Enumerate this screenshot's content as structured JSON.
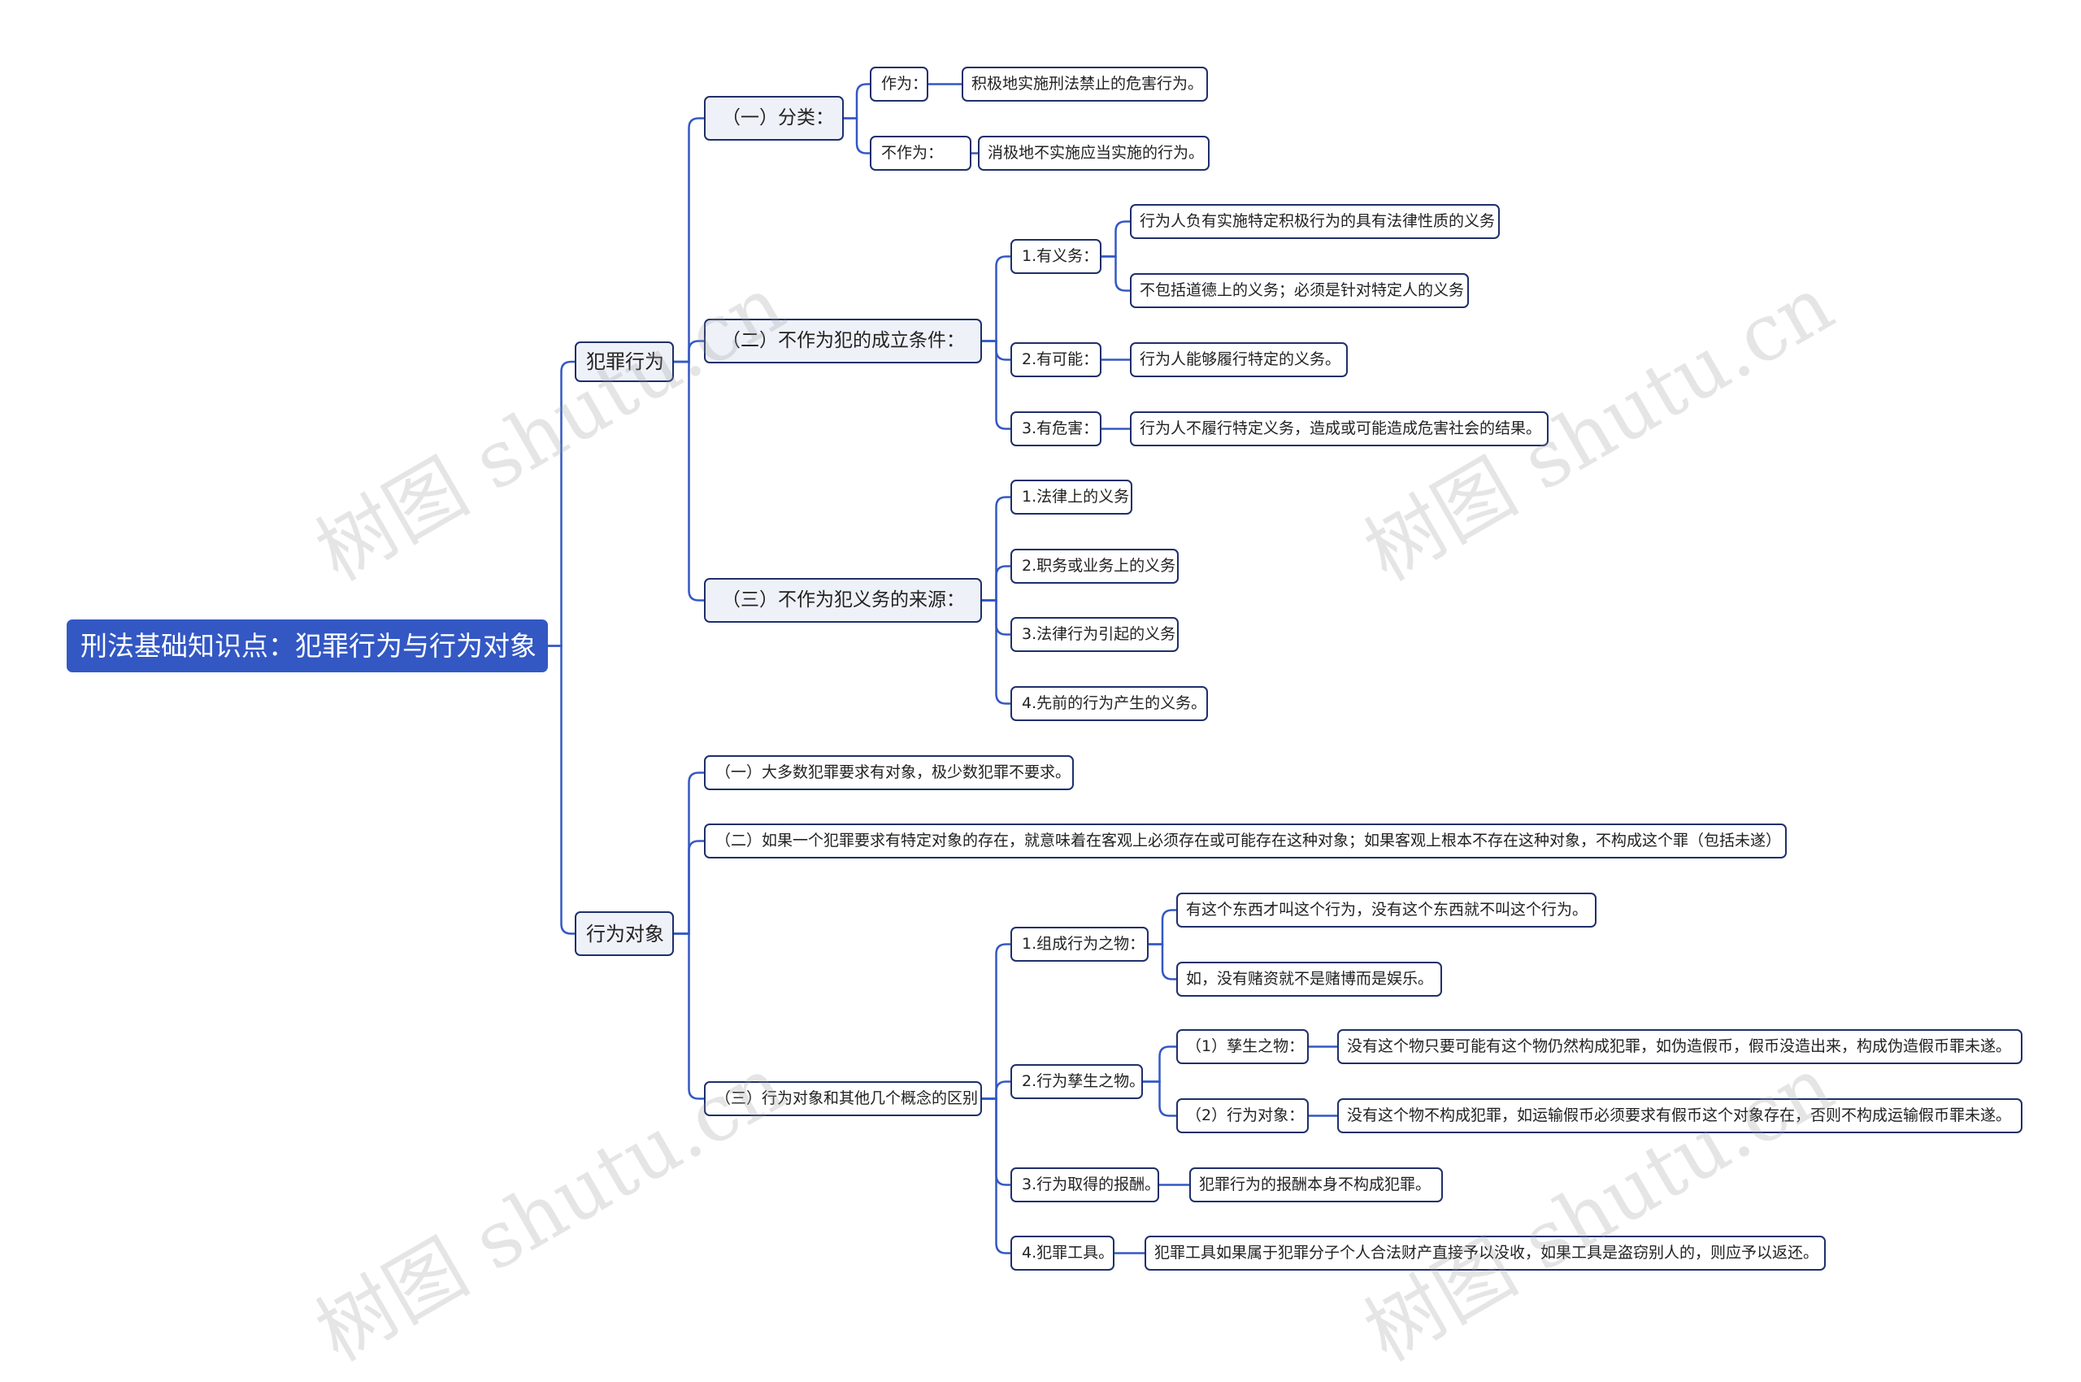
{
  "colors": {
    "root_bg": "#3358c4",
    "line": "#3358c4",
    "border": "#1f2f6b",
    "box_bg": "#eef2f8"
  },
  "watermark": "树图 shutu.cn",
  "mindmap": {
    "root": "刑法基础知识点：犯罪行为与行为对象",
    "branch_act": {
      "label": "犯罪行为",
      "classification": {
        "label": "（一）分类：",
        "act": {
          "label": "作为：",
          "desc": "积极地实施刑法禁止的危害行为。"
        },
        "omission": {
          "label": "不作为：",
          "desc": "消极地不实施应当实施的行为。"
        }
      },
      "conditions": {
        "label": "（二）不作为犯的成立条件：",
        "duty": {
          "label": "1.有义务：",
          "desc1": "行为人负有实施特定积极行为的具有法律性质的义务",
          "desc2": "不包括道德上的义务；必须是针对特定人的义务"
        },
        "possible": {
          "label": "2.有可能：",
          "desc": "行为人能够履行特定的义务。"
        },
        "harm": {
          "label": "3.有危害：",
          "desc": "行为人不履行特定义务，造成或可能造成危害社会的结果。"
        }
      },
      "sources": {
        "label": "（三）不作为犯义务的来源：",
        "items": [
          "1.法律上的义务",
          "2.职务或业务上的义务",
          "3.法律行为引起的义务",
          "4.先前的行为产生的义务。"
        ]
      }
    },
    "branch_object": {
      "label": "行为对象",
      "point1": "（一）大多数犯罪要求有对象，极少数犯罪不要求。",
      "point2": "（二）如果一个犯罪要求有特定对象的存在，就意味着在客观上必须存在或可能存在这种对象；如果客观上根本不存在这种对象，不构成这个罪（包括未遂）",
      "distinction": {
        "label": "（三）行为对象和其他几个概念的区别",
        "constitutive": {
          "label": "1.组成行为之物：",
          "desc1": "有这个东西才叫这个行为，没有这个东西就不叫这个行为。",
          "desc2": "如，没有赌资就不是赌博而是娱乐。"
        },
        "generated": {
          "label": "2.行为孳生之物。",
          "sub1": {
            "label": "（1）孳生之物：",
            "desc": "没有这个物只要可能有这个物仍然构成犯罪，如伪造假币，假币没造出来，构成伪造假币罪未遂。"
          },
          "sub2": {
            "label": "（2）行为对象：",
            "desc": "没有这个物不构成犯罪，如运输假币必须要求有假币这个对象存在，否则不构成运输假币罪未遂。"
          }
        },
        "reward": {
          "label": "3.行为取得的报酬。",
          "desc": "犯罪行为的报酬本身不构成犯罪。"
        },
        "tools": {
          "label": "4.犯罪工具。",
          "desc": "犯罪工具如果属于犯罪分子个人合法财产直接予以没收，如果工具是盗窃别人的，则应予以返还。"
        }
      }
    }
  }
}
